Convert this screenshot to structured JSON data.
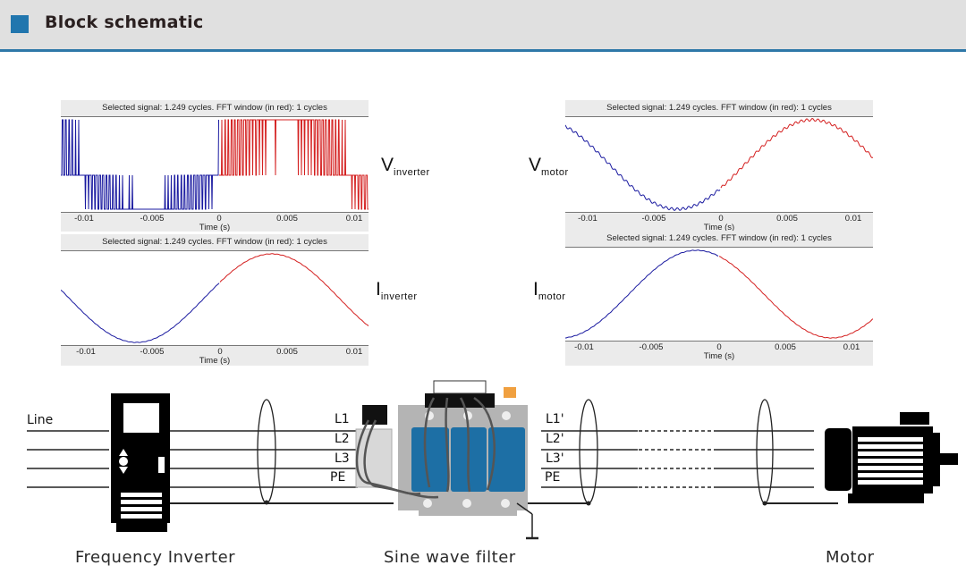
{
  "header": {
    "title": "Block schematic",
    "accent_color": "#2176ae"
  },
  "plots": [
    {
      "id": "v_inverter",
      "title": "Selected signal: 1.249 cycles. FFT window (in red): 1 cycles",
      "xlabel": "Time (s)",
      "ticks": [
        "-0.01",
        "-0.005",
        "0",
        "0.005",
        "0.01"
      ],
      "label_main": "V",
      "label_sub": "inverter",
      "waveform": "pwm"
    },
    {
      "id": "i_inverter",
      "title": "Selected signal: 1.249 cycles. FFT window (in red): 1 cycles",
      "xlabel": "Time (s)",
      "ticks": [
        "-0.01",
        "-0.005",
        "0",
        "0.005",
        "0.01"
      ],
      "label_main": "I",
      "label_sub": "inverter",
      "waveform": "sine"
    },
    {
      "id": "v_motor",
      "title": "Selected signal: 1.249 cycles. FFT window (in red): 1 cycles",
      "xlabel": "Time (s)",
      "ticks": [
        "-0.01",
        "-0.005",
        "0",
        "0.005",
        "0.01"
      ],
      "label_main": "V",
      "label_sub": "motor",
      "waveform": "sine-ripple"
    },
    {
      "id": "i_motor",
      "title": "Selected signal: 1.249 cycles. FFT window (in red): 1 cycles",
      "xlabel": "Time (s)",
      "ticks": [
        "-0.01",
        "-0.005",
        "0",
        "0.005",
        "0.01"
      ],
      "label_main": "I",
      "label_sub": "motor",
      "waveform": "sine"
    }
  ],
  "colors": {
    "signal": "#1a1aa0",
    "fft_window": "#d42020",
    "filter_core": "#1d6fa5",
    "filter_frame": "#b4b4b4"
  },
  "schematic": {
    "line_label": "Line",
    "input_terminals": [
      "L1",
      "L2",
      "L3",
      "PE"
    ],
    "output_terminals": [
      "L1'",
      "L2'",
      "L3'",
      "PE"
    ],
    "captions": {
      "inverter": "Frequency Inverter",
      "filter": "Sine wave filter",
      "motor": "Motor"
    }
  }
}
